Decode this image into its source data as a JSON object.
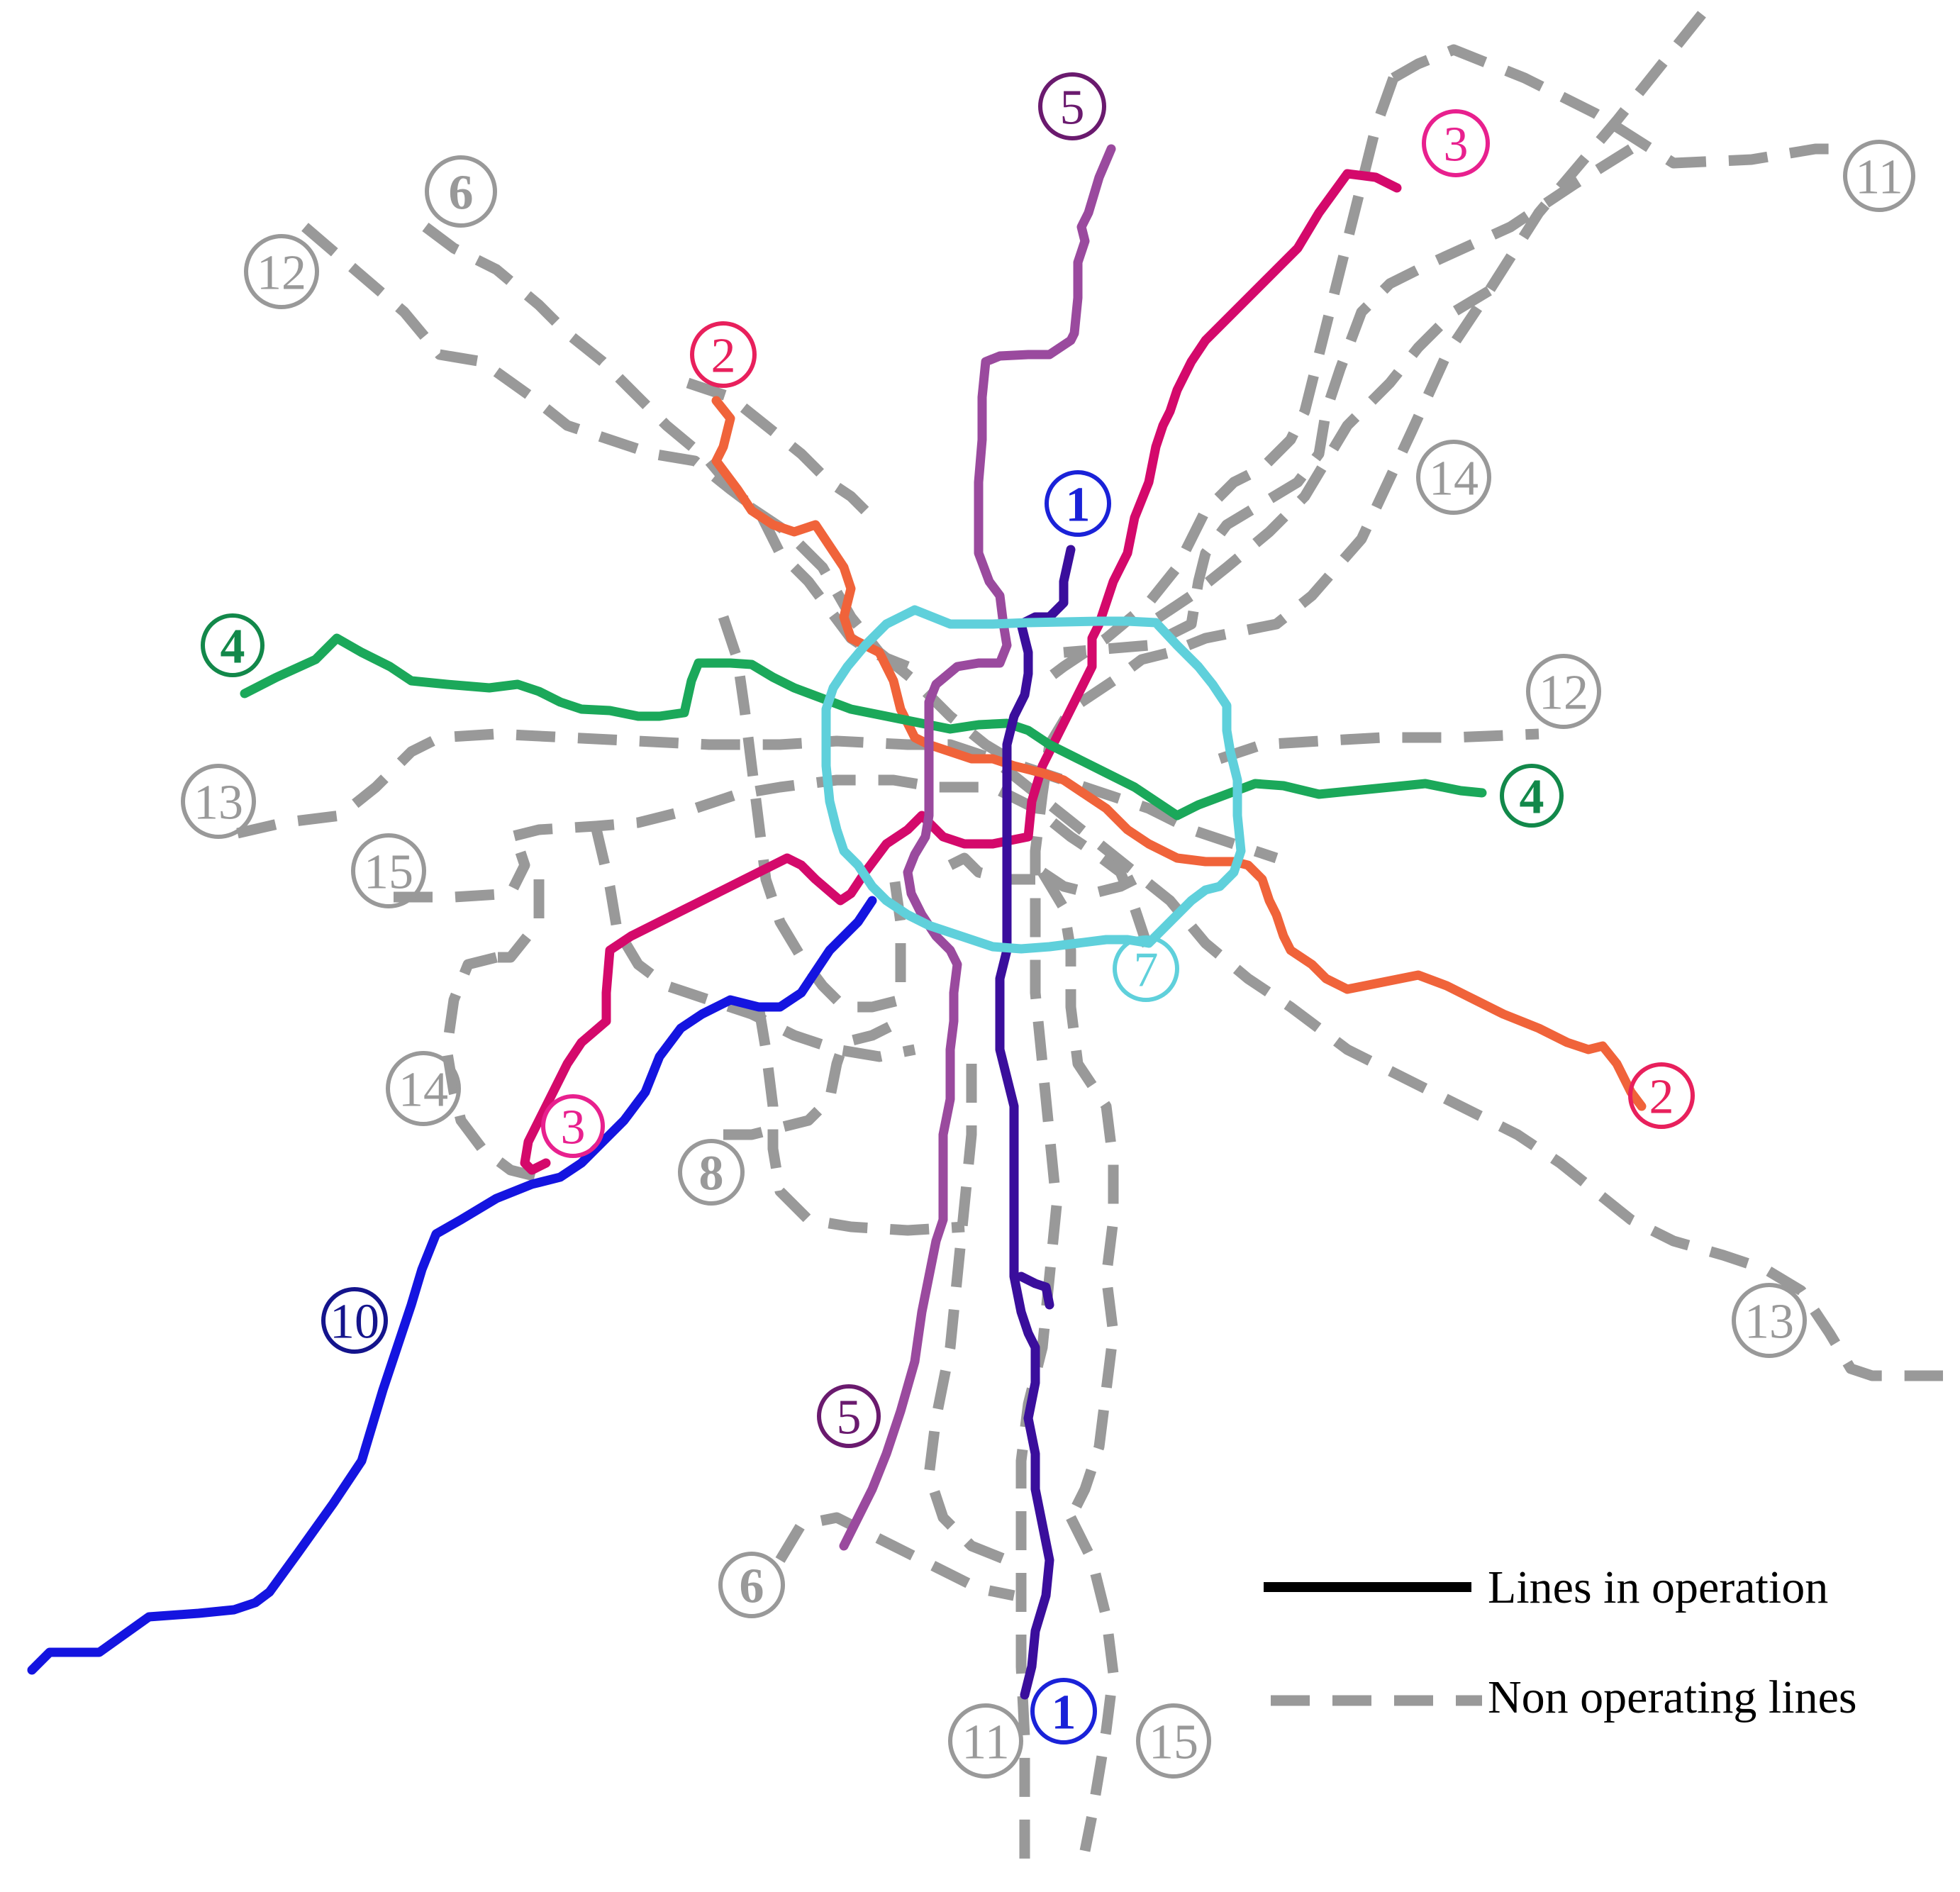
{
  "colors": {
    "non_operating": "#999999",
    "line1": "#3a0e9c",
    "line1_label": "#1a22d8",
    "line2": "#f0633a",
    "line2_label": "#e8205c",
    "line3": "#d4096b",
    "line3_label": "#e8208e",
    "line4": "#1ba85a",
    "line4_label": "#12884a",
    "line5": "#9a4a9e",
    "line5_label": "#6a1a6e",
    "line7": "#5fd0db",
    "line10": "#1414e0",
    "line10_label": "#14148c"
  },
  "legend": {
    "operating_label": "Lines in operation",
    "non_operating_label": "Non operating lines"
  },
  "labels": {
    "l1_top": "1",
    "l1_bottom": "1",
    "l2_top": "2",
    "l2_right": "2",
    "l3_top": "3",
    "l3_bottom": "3",
    "l4_left": "4",
    "l4_right": "4",
    "l5_top": "5",
    "l5_bottom": "5",
    "l6_top": "6",
    "l6_bottom": "6",
    "l7": "7",
    "l8": "8",
    "l10": "10",
    "l11_top": "11",
    "l11_bottom": "11",
    "l12_left": "12",
    "l12_right": "12",
    "l13_left": "13",
    "l13_right": "13",
    "l14_right": "14",
    "l14_left": "14",
    "l15_left": "15",
    "l15_bottom": "15"
  }
}
